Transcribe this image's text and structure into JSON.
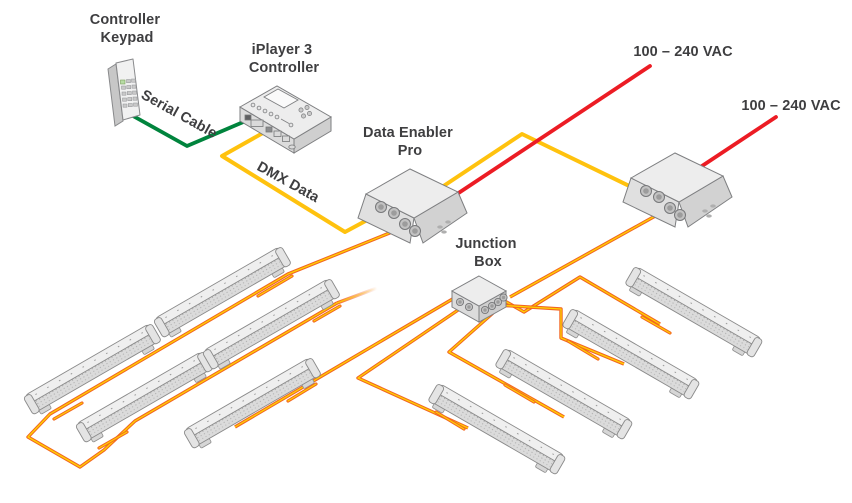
{
  "diagram": {
    "labels": {
      "keypad_line1": "Controller",
      "keypad_line2": "Keypad",
      "iplayer_line1": "iPlayer 3",
      "iplayer_line2": "Controller",
      "serial_cable": "Serial Cable",
      "dmx_data": "DMX Data",
      "enabler_line1": "Data Enabler",
      "enabler_line2": "Pro",
      "junction_line1": "Junction",
      "junction_line2": "Box",
      "vac_top": "100 – 240 VAC",
      "vac_right": "100 – 240 VAC"
    },
    "colors": {
      "serial_cable": "#00843D",
      "dmx_data": "#FFC20E",
      "power": "#EC1C24",
      "leader_outer": "#F26522",
      "leader_core": "#FFD100"
    }
  }
}
